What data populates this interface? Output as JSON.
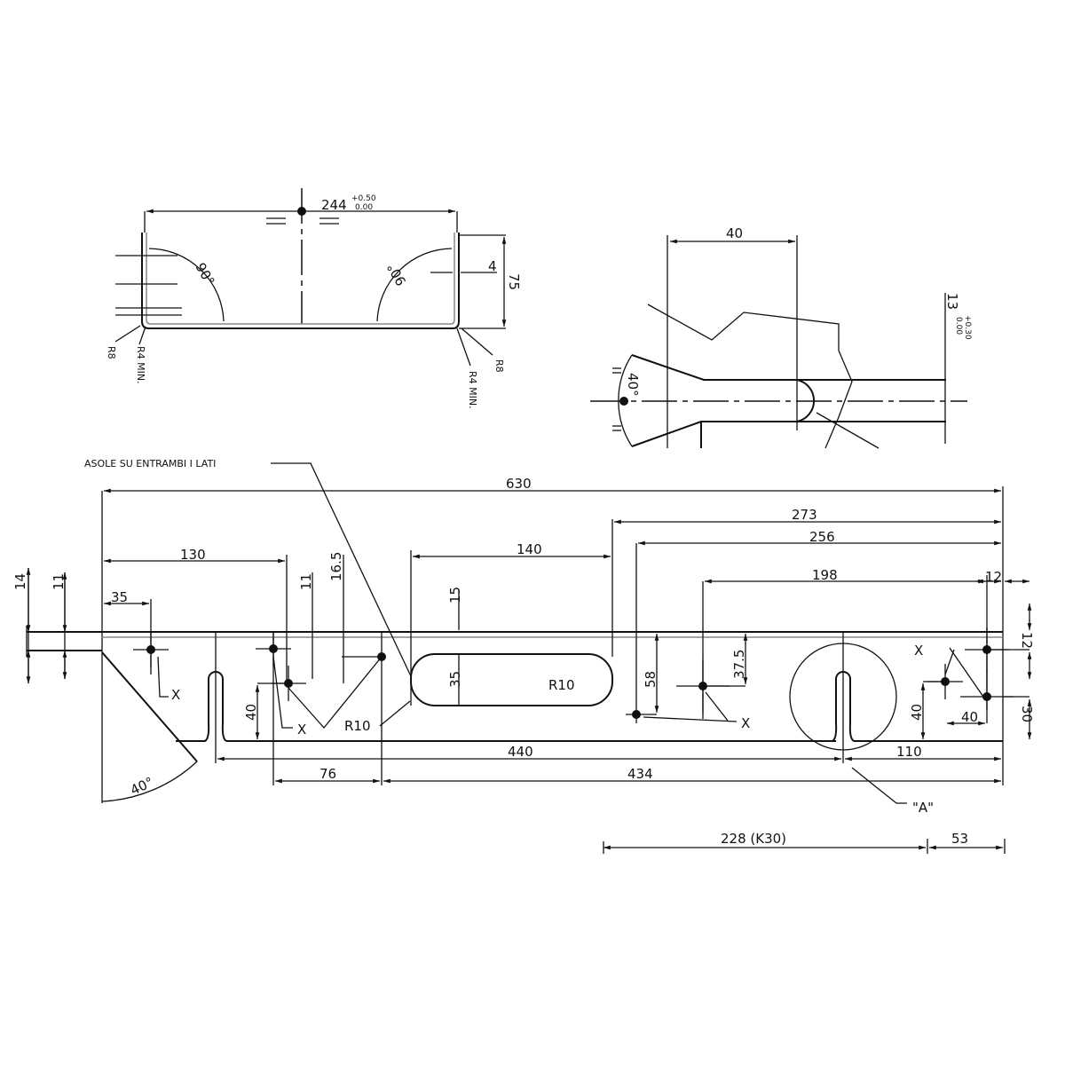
{
  "top_view": {
    "width_dim": "244",
    "width_tol_upper": "+0.50",
    "width_tol_lower": "0.00",
    "angle_left": "90°",
    "angle_right": "90°",
    "thickness": "4",
    "height": "75",
    "radius_outer_left": "R8",
    "radius_inner_left": "R4 MIN.",
    "radius_outer_right": "R8",
    "radius_inner_right": "R4 MIN."
  },
  "detail_view": {
    "width_dim": "40",
    "angle": "40°",
    "slot_width": "13",
    "slot_tol_upper": "+0.30",
    "slot_tol_lower": "0.00"
  },
  "main_view": {
    "note": "ASOLE SU ENTRAMBI I LATI",
    "overall_length": "630",
    "dims": {
      "d130": "130",
      "d35": "35",
      "d14": "14",
      "d11a": "11",
      "d11b": "11",
      "d16_5": "16.5",
      "d140": "140",
      "d15": "15",
      "d35v": "35",
      "d273": "273",
      "d256": "256",
      "d198": "198",
      "d12top": "12",
      "d12right": "12",
      "d58": "58",
      "d37_5": "37.5",
      "d40a": "40",
      "d40b": "40",
      "d40c": "40",
      "d30": "30",
      "d440": "440",
      "d110": "110",
      "d76": "76",
      "d434": "434",
      "d228": "228 (K30)",
      "d53": "53",
      "angle40": "40°"
    },
    "radius_left": "R10",
    "radius_right": "R10",
    "markers": [
      "X",
      "X",
      "X",
      "X"
    ],
    "detail_ref": "\"A\""
  }
}
